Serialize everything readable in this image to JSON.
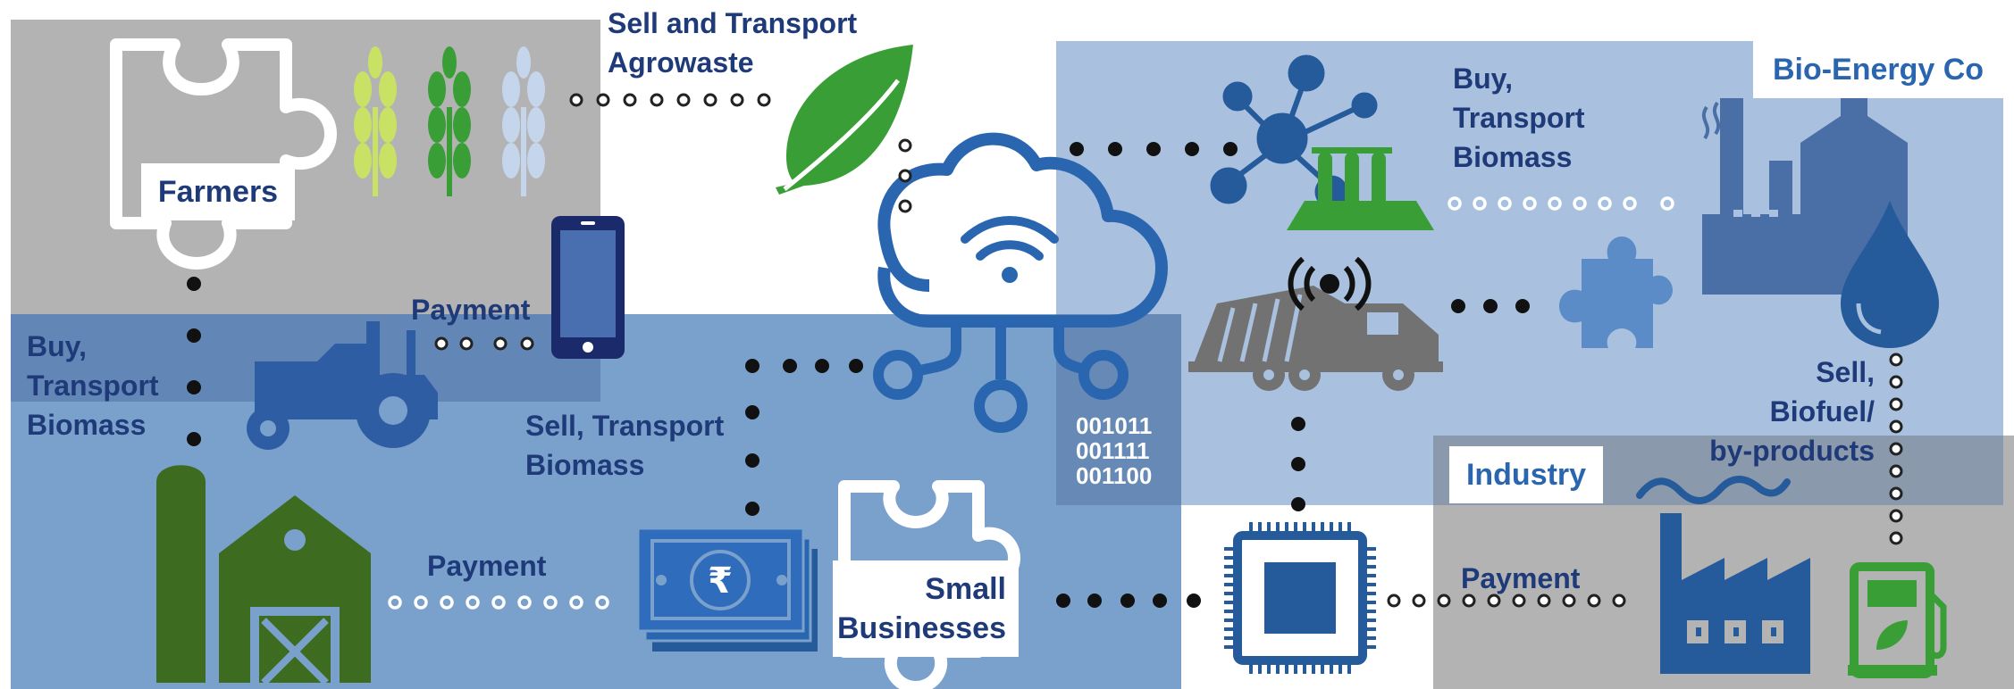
{
  "labels": {
    "farmers": "Farmers",
    "bio_energy": "Bio-Energy Co",
    "industry": "Industry",
    "small_businesses": "Small\nBusinesses",
    "sell_transport_agrowaste": "Sell and Transport\nAgrowaste",
    "buy_transport_biomass_right": "Buy,\nTransport\nBiomass",
    "buy_transport_biomass_left": "Buy,\nTransport\nBiomass",
    "payment_phone": "Payment",
    "payment_farm": "Payment",
    "payment_industry": "Payment",
    "sell_transport_biomass": "Sell, Transport\nBiomass",
    "sell_biofuel": "Sell,\nBiofuel/\nby-products",
    "binary_code": "001011\n001111\n001100"
  },
  "colors": {
    "gray_panel": "#b3b3b3",
    "blue_panel": "#7aa1cc",
    "light_blue_panel": "#a9c1de",
    "dark_blue": "#1f3a78",
    "cloud_blue": "#2a66b0",
    "green": "#3a9e37",
    "dark_green": "#3d6b1f"
  },
  "icons": [
    "puzzle-icon",
    "wheat-icon",
    "leaf-icon",
    "smartphone-icon",
    "tractor-icon",
    "cloud-wifi-icon",
    "molecule-icon",
    "test-tubes-icon",
    "factory-icon",
    "water-drop-icon",
    "garbage-truck-icon",
    "signal-icon",
    "puzzle-icon",
    "barn-icon",
    "rupee-cash-icon",
    "chip-icon",
    "industry-factory-icon",
    "fuel-pump-icon",
    "wave-icon"
  ]
}
